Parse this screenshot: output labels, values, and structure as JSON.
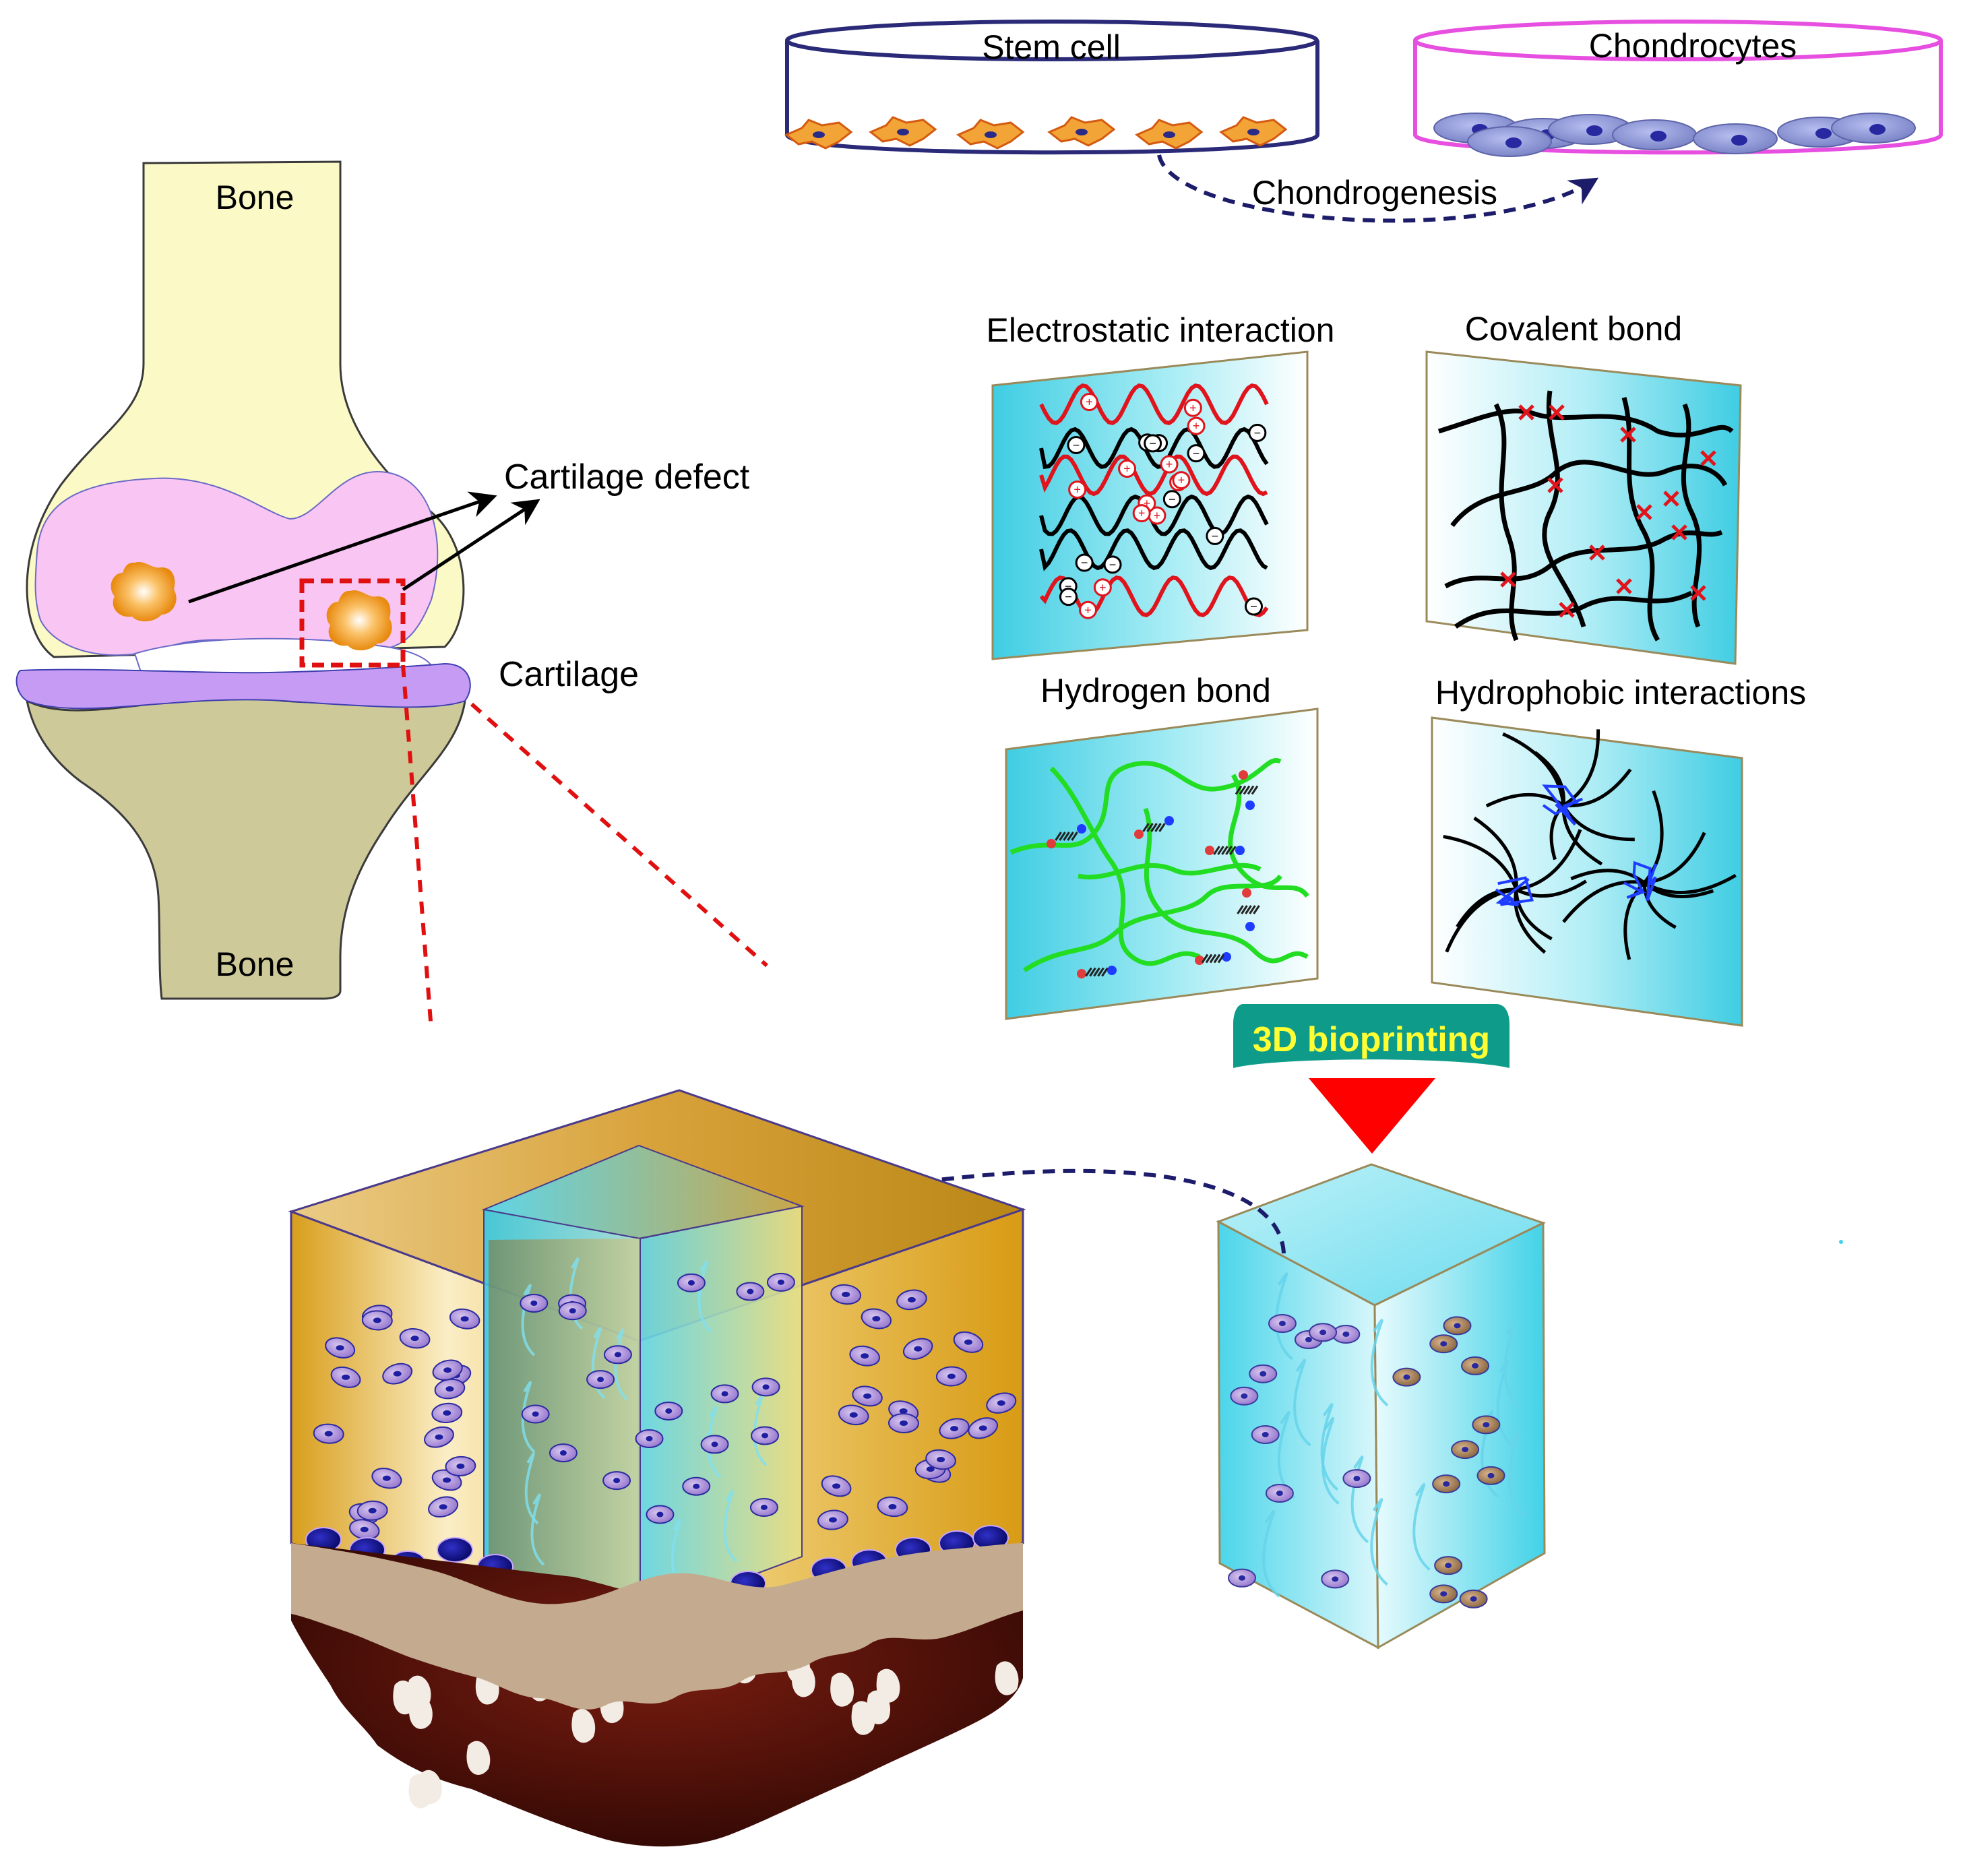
{
  "labels": {
    "bone_top": "Bone",
    "bone_bottom": "Bone",
    "cartilage_defect": "Cartilage defect",
    "cartilage": "Cartilage",
    "stem_cell": "Stem cell",
    "chondrocytes": "Chondrocytes",
    "chondrogenesis": "Chondrogenesis",
    "electrostatic": "Electrostatic interaction",
    "covalent": "Covalent bond",
    "hydrogen": "Hydrogen bond",
    "hydrophobic": "Hydrophobic interactions",
    "bioprinting": "3D bioprinting"
  },
  "charges": {
    "positive": "+",
    "negative": "−"
  },
  "colors": {
    "bone": "#fbf9c6",
    "bone_bottom": "#cdc999",
    "joint_space": "#f9c6f4",
    "cartilage": "#c59bf3",
    "dish_stem": "#2a2a78",
    "dish_chondro": "#e64fe0",
    "defect_box": "#e01010",
    "hydrogel": "#3fd3e8",
    "block_gold": "#d7a22a",
    "bioprint_badge": "#0f9b8a",
    "bioprint_text": "#ffff33",
    "arrow_red": "#ff0000"
  },
  "icons": {
    "defect_cell": "defect-cell-icon",
    "stem_cell": "stem-cell-icon",
    "chondrocyte": "chondrocyte-icon"
  }
}
